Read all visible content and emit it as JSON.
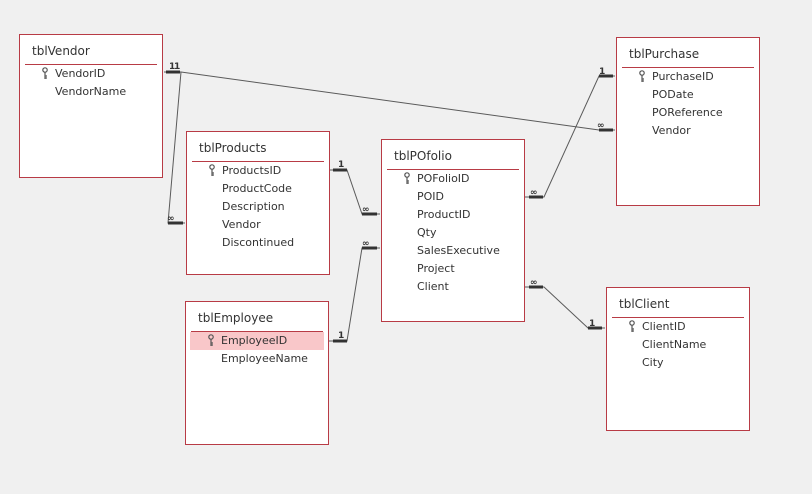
{
  "tables": {
    "vendor": {
      "name": "tblVendor",
      "fields": [
        "VendorID",
        "VendorName"
      ]
    },
    "purchase": {
      "name": "tblPurchase",
      "fields": [
        "PurchaseID",
        "PODate",
        "POReference",
        "Vendor"
      ]
    },
    "products": {
      "name": "tblProducts",
      "fields": [
        "ProductsID",
        "ProductCode",
        "Description",
        "Vendor",
        "Discontinued"
      ]
    },
    "pofolio": {
      "name": "tblPOfolio",
      "fields": [
        "POFolioID",
        "POID",
        "ProductID",
        "Qty",
        "SalesExecutive",
        "Project",
        "Client"
      ]
    },
    "employee": {
      "name": "tblEmployee",
      "fields": [
        "EmployeeID",
        "EmployeeName"
      ]
    },
    "client": {
      "name": "tblClient",
      "fields": [
        "ClientID",
        "ClientName",
        "City"
      ]
    }
  },
  "relationships": {
    "vendor_purchase": {
      "one": "1",
      "many": "∞"
    },
    "vendor_products": {
      "one": "1",
      "many": "∞"
    },
    "products_pofolio": {
      "one": "1",
      "many": "∞"
    },
    "employee_pofolio": {
      "one": "1",
      "many": "∞"
    },
    "pofolio_purchase": {
      "one": "1",
      "many": "∞"
    },
    "pofolio_client": {
      "one": "1",
      "many": "∞"
    }
  },
  "selected_field": "EmployeeID",
  "colors": {
    "border": "#b83b45",
    "selection": "#f9c7c9",
    "line": "#5a5a5a",
    "canvas": "#f0f0f0"
  }
}
